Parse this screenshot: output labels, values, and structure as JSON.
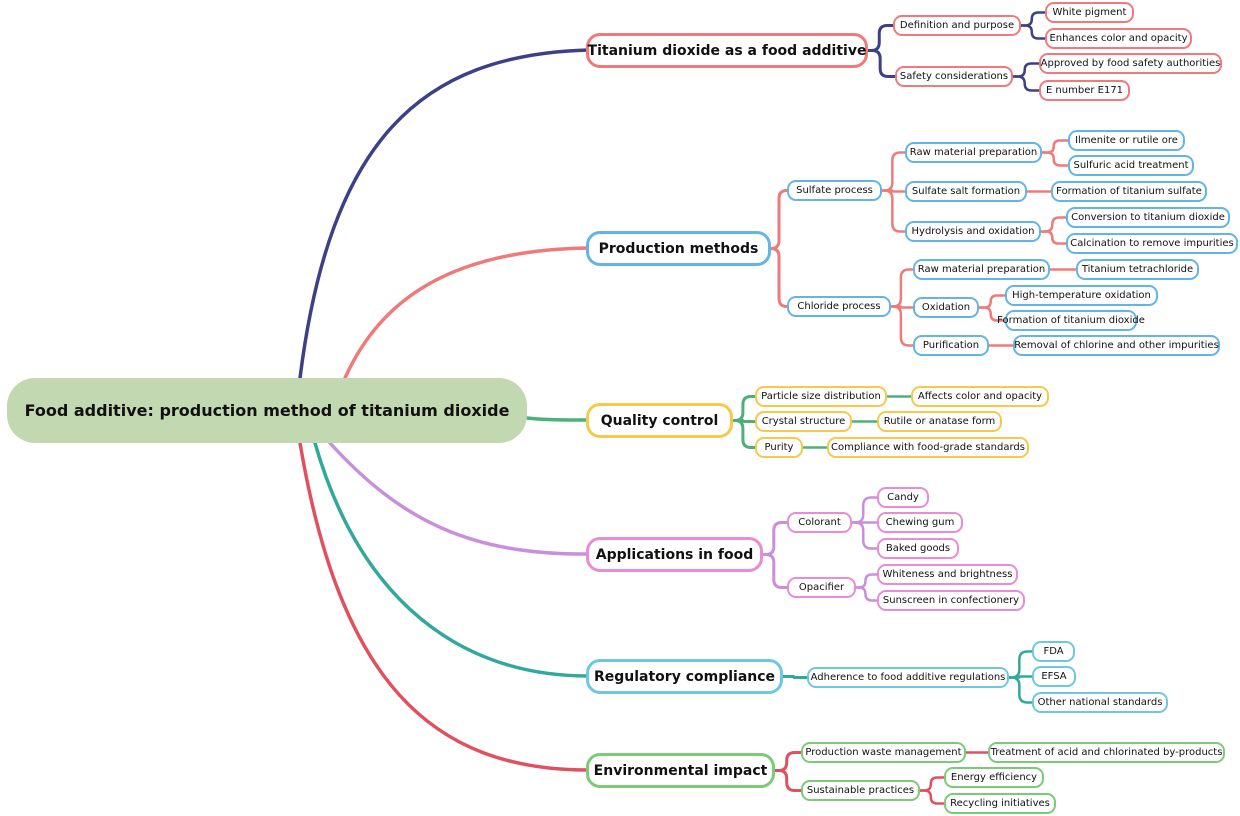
{
  "root": {
    "title": "Food additive: production method of titanium dioxide"
  },
  "colors": {
    "navy": "#3d4087",
    "salmon": "#f07a7a",
    "sky": "#62b5e5",
    "yellow": "#f6c94a",
    "green": "#4bb07a",
    "violet": "#c98fdc",
    "pink": "#e88cd8",
    "teal": "#31a89d",
    "cyan": "#6ec7e0",
    "red": "#e0505f",
    "lightgreen": "#79cc75",
    "root_fill": "#c2d8b0"
  },
  "branches": [
    {
      "label": "Titanium dioxide as a food additive",
      "children": [
        {
          "label": "Definition and purpose",
          "children": [
            {
              "label": "White pigment"
            },
            {
              "label": "Enhances color and opacity"
            }
          ]
        },
        {
          "label": "Safety considerations",
          "children": [
            {
              "label": "Approved by food safety authorities"
            },
            {
              "label": "E number E171"
            }
          ]
        }
      ]
    },
    {
      "label": "Production methods",
      "children": [
        {
          "label": "Sulfate process",
          "children": [
            {
              "label": "Raw material preparation",
              "children": [
                {
                  "label": "Ilmenite or rutile ore"
                },
                {
                  "label": "Sulfuric acid treatment"
                }
              ]
            },
            {
              "label": "Sulfate salt formation",
              "children": [
                {
                  "label": "Formation of titanium sulfate"
                }
              ]
            },
            {
              "label": "Hydrolysis and oxidation",
              "children": [
                {
                  "label": "Conversion to titanium dioxide"
                },
                {
                  "label": "Calcination to remove impurities"
                }
              ]
            }
          ]
        },
        {
          "label": "Chloride process",
          "children": [
            {
              "label": "Raw material preparation",
              "children": [
                {
                  "label": "Titanium tetrachloride"
                }
              ]
            },
            {
              "label": "Oxidation",
              "children": [
                {
                  "label": "High-temperature oxidation"
                },
                {
                  "label": "Formation of titanium dioxide"
                }
              ]
            },
            {
              "label": "Purification",
              "children": [
                {
                  "label": "Removal of chlorine and other impurities"
                }
              ]
            }
          ]
        }
      ]
    },
    {
      "label": "Quality control",
      "children": [
        {
          "label": "Particle size distribution",
          "children": [
            {
              "label": "Affects color and opacity"
            }
          ]
        },
        {
          "label": "Crystal structure",
          "children": [
            {
              "label": "Rutile or anatase form"
            }
          ]
        },
        {
          "label": "Purity",
          "children": [
            {
              "label": "Compliance with food-grade standards"
            }
          ]
        }
      ]
    },
    {
      "label": "Applications in food",
      "children": [
        {
          "label": "Colorant",
          "children": [
            {
              "label": "Candy"
            },
            {
              "label": "Chewing gum"
            },
            {
              "label": "Baked goods"
            }
          ]
        },
        {
          "label": "Opacifier",
          "children": [
            {
              "label": "Whiteness and brightness"
            },
            {
              "label": "Sunscreen in confectionery"
            }
          ]
        }
      ]
    },
    {
      "label": "Regulatory compliance",
      "children": [
        {
          "label": "Adherence to food additive regulations",
          "children": [
            {
              "label": "FDA"
            },
            {
              "label": "EFSA"
            },
            {
              "label": "Other national standards"
            }
          ]
        }
      ]
    },
    {
      "label": "Environmental impact",
      "children": [
        {
          "label": "Production waste management",
          "children": [
            {
              "label": "Treatment of acid and chlorinated by-products"
            }
          ]
        },
        {
          "label": "Sustainable practices",
          "children": [
            {
              "label": "Energy efficiency"
            },
            {
              "label": "Recycling initiatives"
            }
          ]
        }
      ]
    }
  ]
}
